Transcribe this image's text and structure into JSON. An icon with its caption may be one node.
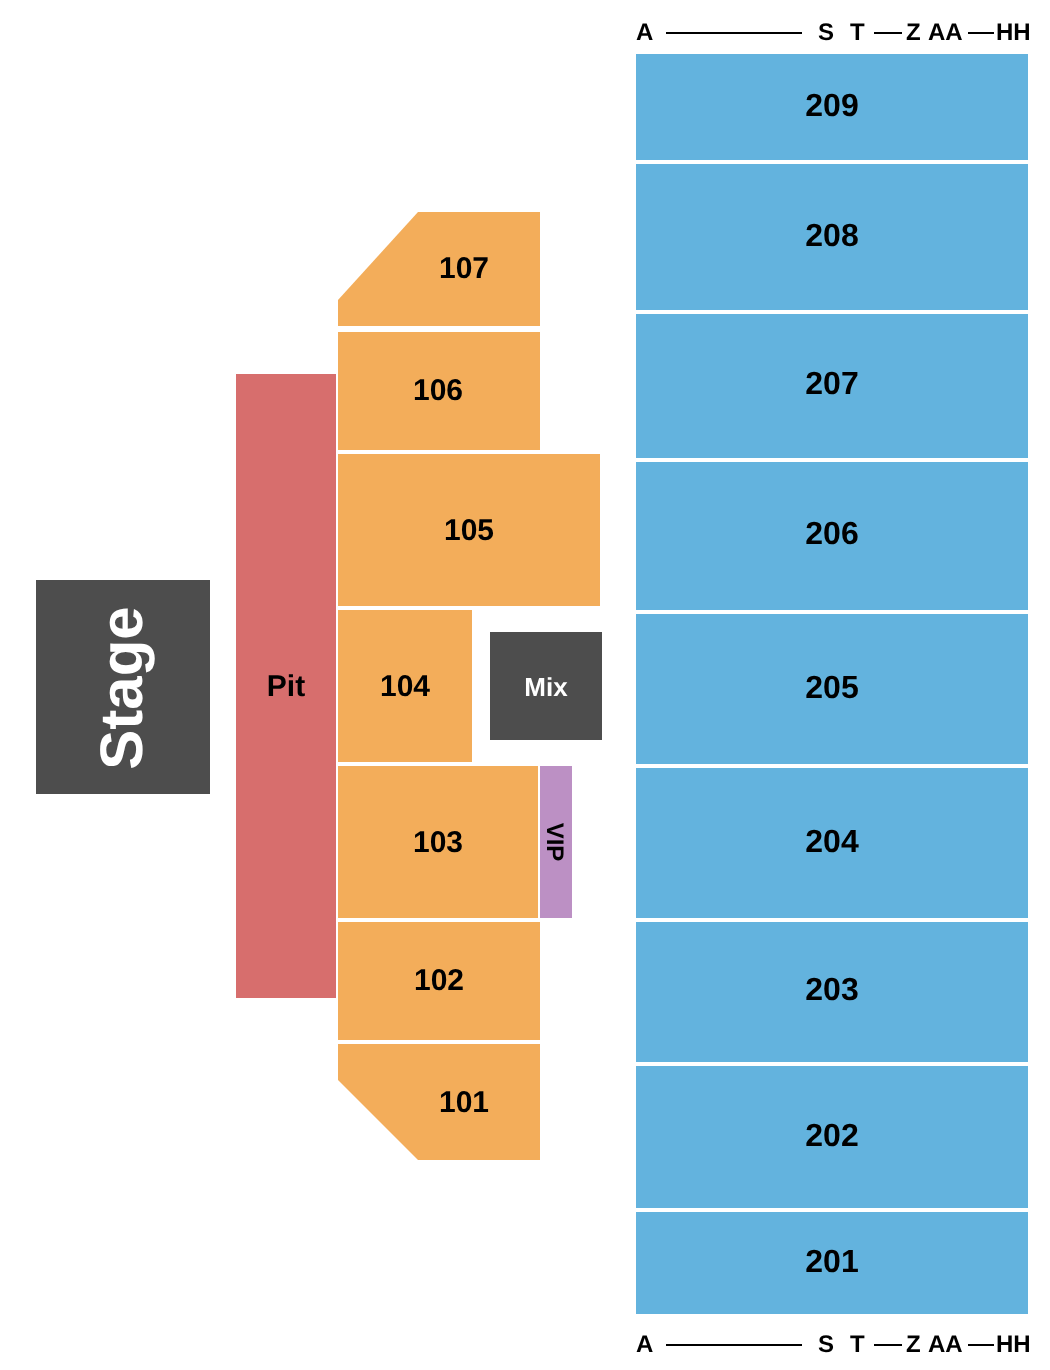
{
  "diagram": {
    "nodes": [
      {
        "text": [
          "Stage"
        ]
      },
      {
        "text": [
          "Pit"
        ]
      },
      {
        "text": [
          "107"
        ]
      },
      {
        "text": [
          "106"
        ]
      },
      {
        "text": [
          "105"
        ]
      },
      {
        "text": [
          "104"
        ]
      },
      {
        "text": [
          "Mix"
        ]
      },
      {
        "text": [
          "103"
        ]
      },
      {
        "text": [
          "VIP"
        ]
      },
      {
        "text": [
          "102"
        ]
      },
      {
        "text": [
          "101"
        ]
      },
      {
        "text": [
          "209"
        ]
      },
      {
        "text": [
          "208"
        ]
      },
      {
        "text": [
          "207"
        ]
      },
      {
        "text": [
          "206"
        ]
      },
      {
        "text": [
          "205"
        ]
      },
      {
        "text": [
          "204"
        ]
      },
      {
        "text": [
          "203"
        ]
      },
      {
        "text": [
          "202"
        ]
      },
      {
        "text": [
          "201"
        ]
      }
    ],
    "labels": [
      "A",
      "S",
      "T",
      "Z",
      "AA",
      "HH",
      "A",
      "S",
      "T",
      "Z",
      "AA",
      "HH"
    ]
  }
}
